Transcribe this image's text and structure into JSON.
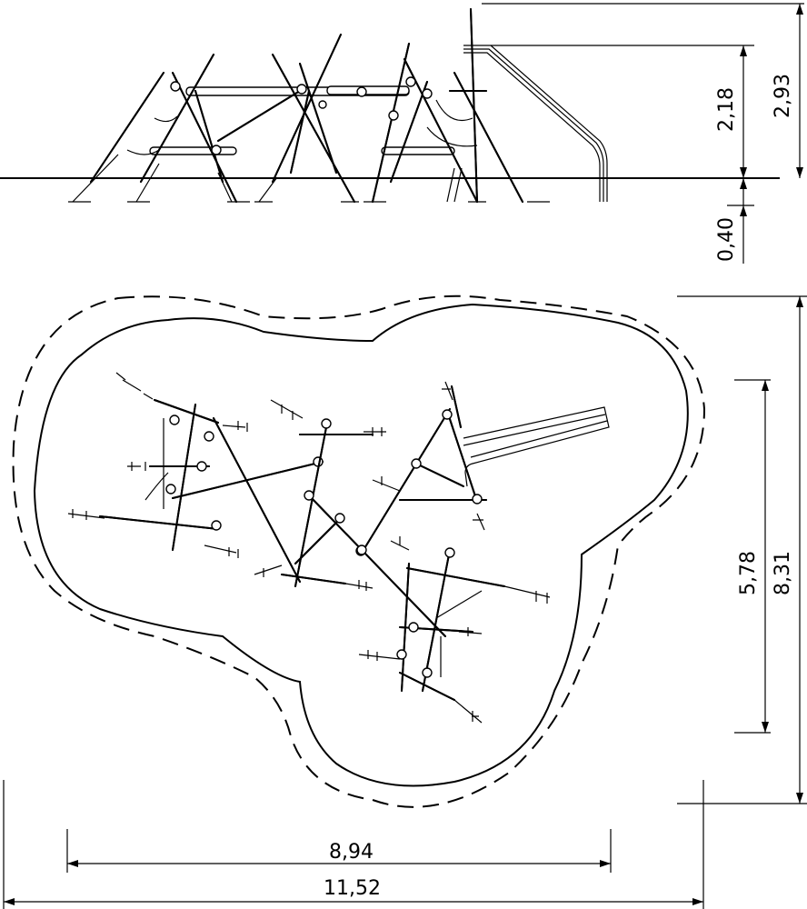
{
  "dimensions": {
    "height_above_ground": "2,18",
    "total_height": "2,93",
    "depth_below_ground": "0,40",
    "depth_inner": "5,78",
    "depth_total": "8,31",
    "width_inner": "8,94",
    "width_total": "11,52"
  },
  "colors": {
    "line": "#000000",
    "background": "#ffffff"
  }
}
